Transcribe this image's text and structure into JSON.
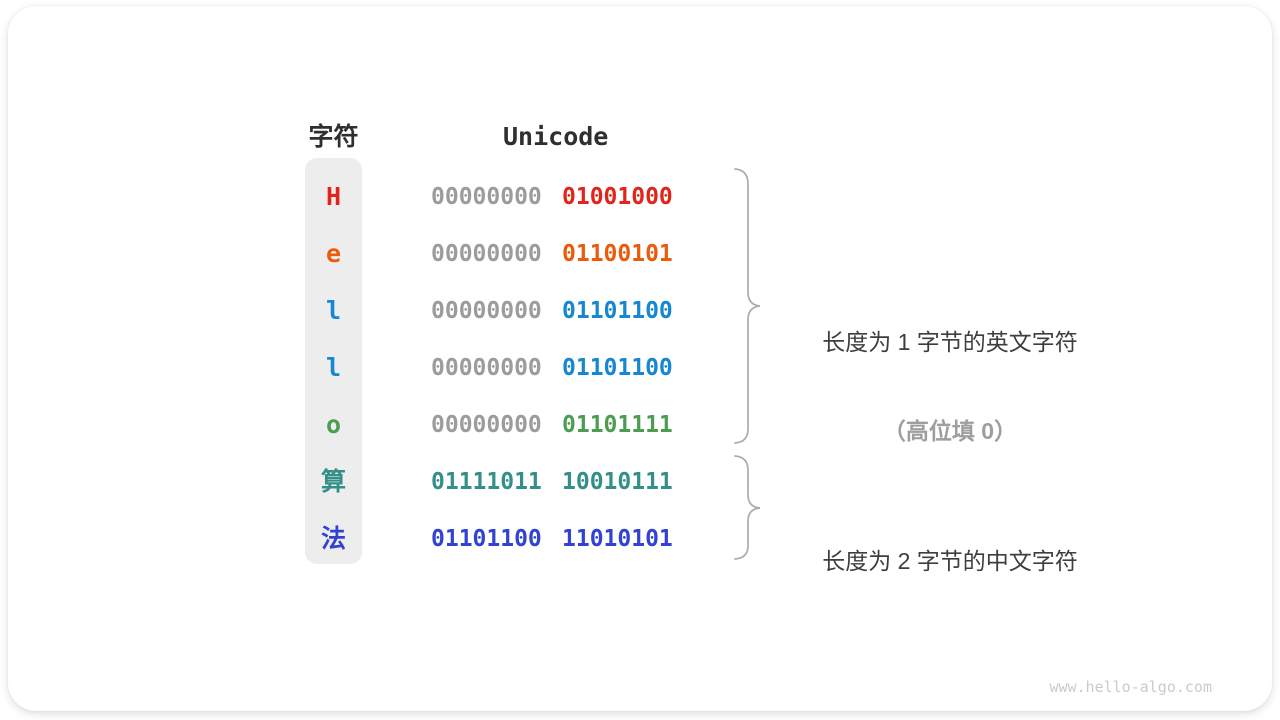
{
  "figure": {
    "headers": {
      "char": "字符",
      "unicode": "Unicode"
    },
    "rows": [
      {
        "char": "H",
        "char_color": "#e1251b",
        "byte1": "00000000",
        "byte1_color": "#9c9c9c",
        "byte2": "01001000",
        "byte2_color": "#e1251b"
      },
      {
        "char": "e",
        "char_color": "#eb5b0c",
        "byte1": "00000000",
        "byte1_color": "#9c9c9c",
        "byte2": "01100101",
        "byte2_color": "#eb5b0c"
      },
      {
        "char": "l",
        "char_color": "#1687d2",
        "byte1": "00000000",
        "byte1_color": "#9c9c9c",
        "byte2": "01101100",
        "byte2_color": "#1687d2"
      },
      {
        "char": "l",
        "char_color": "#1687d2",
        "byte1": "00000000",
        "byte1_color": "#9c9c9c",
        "byte2": "01101100",
        "byte2_color": "#1687d2"
      },
      {
        "char": "o",
        "char_color": "#4c9d52",
        "byte1": "00000000",
        "byte1_color": "#9c9c9c",
        "byte2": "01101111",
        "byte2_color": "#4c9d52"
      },
      {
        "char": "算",
        "char_color": "#349086",
        "byte1": "01111011",
        "byte1_color": "#349086",
        "byte2": "10010111",
        "byte2_color": "#349086"
      },
      {
        "char": "法",
        "char_color": "#3343d1",
        "byte1": "01101100",
        "byte1_color": "#3343d1",
        "byte2": "11010101",
        "byte2_color": "#3343d1"
      }
    ],
    "annotations": [
      {
        "line1": "长度为 1 字节的英文字符",
        "line2": "（高位填 0）"
      },
      {
        "line1": "长度为 2 字节的中文字符",
        "line2": ""
      }
    ],
    "watermark": "www.hello-algo.com"
  },
  "colors": {
    "byte_muted": "#9c9c9c",
    "header_text": "#2f2f2f",
    "label_dark": "#3e3e3e",
    "label_muted": "#9e9e9e",
    "brace": "#acacac",
    "char_column_bg": "#ededed",
    "card_bg": "#ffffff",
    "watermark": "#cbcbcb"
  }
}
